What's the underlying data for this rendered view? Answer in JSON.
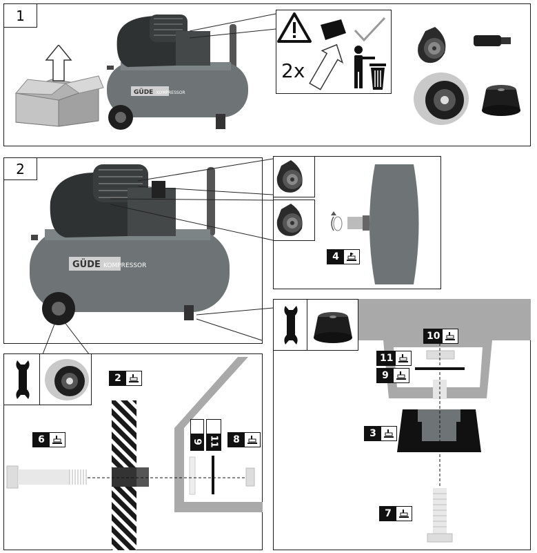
{
  "steps": [
    {
      "number": "1",
      "note": "2x"
    },
    {
      "number": "2"
    }
  ],
  "parts": [
    "2",
    "3",
    "4",
    "6",
    "7",
    "8",
    "9",
    "10",
    "11"
  ],
  "vertical_labels": [
    "9",
    "11"
  ],
  "brand": {
    "name": "GÜDE",
    "model": "KOMPRESSOR"
  },
  "colors": {
    "tank": "#6e7475",
    "motor": "#2f3233",
    "box": "#a9a9a9",
    "frame": "#a9a9a9",
    "rubber": "#1d1d1d"
  },
  "icons": [
    "up-arrow-icon",
    "warning-icon",
    "checkmark-icon",
    "trash-person-icon",
    "wrench-icon",
    "rotate-icon",
    "tool-icon"
  ]
}
